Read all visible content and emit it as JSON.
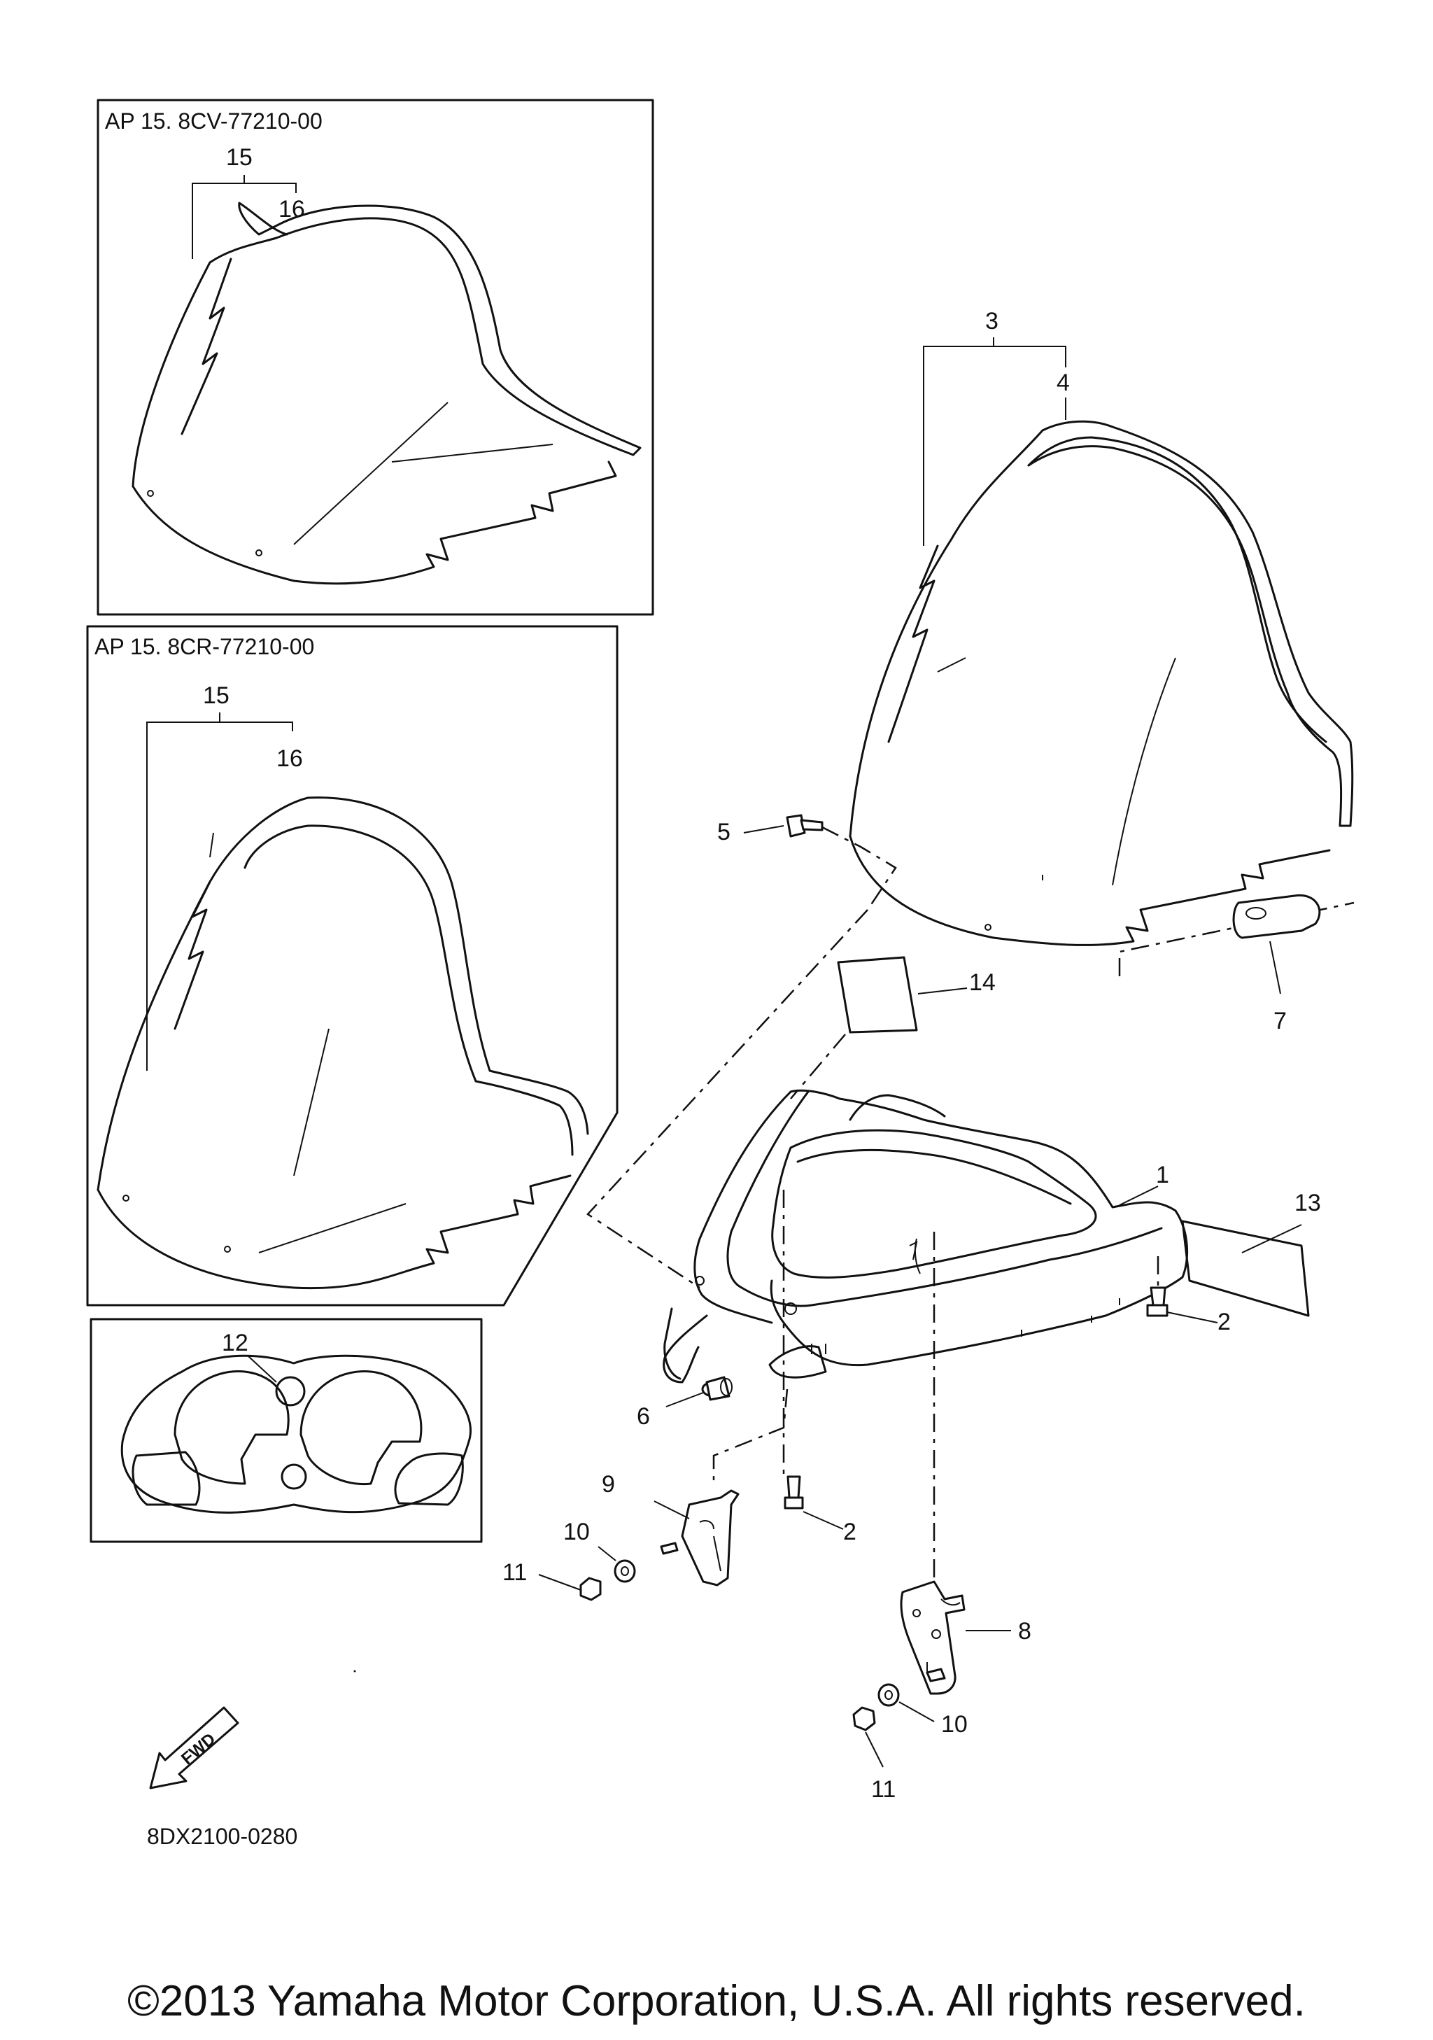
{
  "diagram": {
    "boxes": [
      {
        "id": "box-8cv",
        "title": "AP  15. 8CV-77210-00"
      },
      {
        "id": "box-8cr",
        "title": "AP  15. 8CR-77210-00"
      }
    ],
    "callouts": {
      "c1": "1",
      "c2a": "2",
      "c2b": "2",
      "c3": "3",
      "c4": "4",
      "c5": "5",
      "c6": "6",
      "c7": "7",
      "c8": "8",
      "c9": "9",
      "c10a": "10",
      "c10b": "10",
      "c11a": "11",
      "c11b": "11",
      "c12": "12",
      "c13": "13",
      "c14": "14",
      "c15a": "15",
      "c16a": "16",
      "c15b": "15",
      "c16b": "16"
    },
    "fwd_label": "FWD",
    "diagram_code": "8DX2100-0280",
    "copyright": "©2013 Yamaha Motor Corporation, U.S.A. All rights reserved."
  }
}
